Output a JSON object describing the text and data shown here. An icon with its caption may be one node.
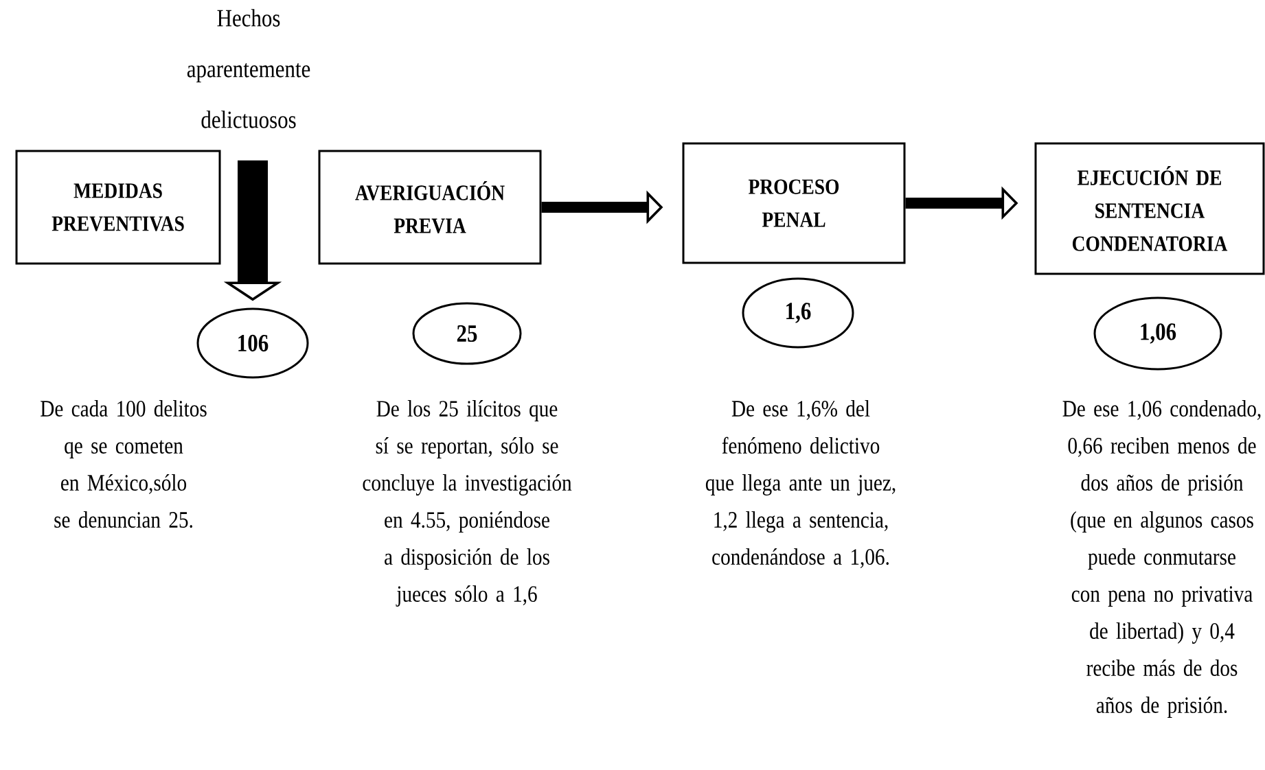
{
  "diagram": {
    "nodes": [
      {
        "text": [
          "Hechos aparentemente delictuosos"
        ]
      },
      {
        "text": [
          "MEDIDAS PREVENTIVAS"
        ]
      },
      {
        "text": [
          "AVERIGUACIÓN PREVIA"
        ]
      },
      {
        "text": [
          "PROCESO PENAL"
        ]
      },
      {
        "text": [
          "EJECUCIÓN DE SENTENCIA CONDENATORIA"
        ]
      },
      {
        "text": [
          "106"
        ]
      },
      {
        "text": [
          "25"
        ]
      },
      {
        "text": [
          "1,6"
        ]
      },
      {
        "text": [
          "1,06"
        ]
      }
    ],
    "edges": [
      {
        "from": 0,
        "to": 5,
        "arrow": "to",
        "style": "thick"
      },
      {
        "from": 2,
        "to": 3,
        "arrow": "to"
      },
      {
        "from": 3,
        "to": 4,
        "arrow": "to"
      }
    ],
    "labels": [
      "De cada 100 delitos qe se cometen en México,sólo se denuncian 25.",
      "De los 25 ilícitos que sí se reportan, sólo se concluye la investigación en 4.55, poniéndose a disposición de los jueces sólo a 1,6",
      "De ese 1,6% del fenómeno delictivo que llega ante un juez, 1,2 llega a sentencia, condenándose a 1,06.",
      "De ese 1,06 condenado, 0,66 reciben menos de dos años de prisión (que en algunos casos puede conmutarse con pena no privativa de libertad) y 0,4 recibe más de dos años de prisión."
    ]
  }
}
